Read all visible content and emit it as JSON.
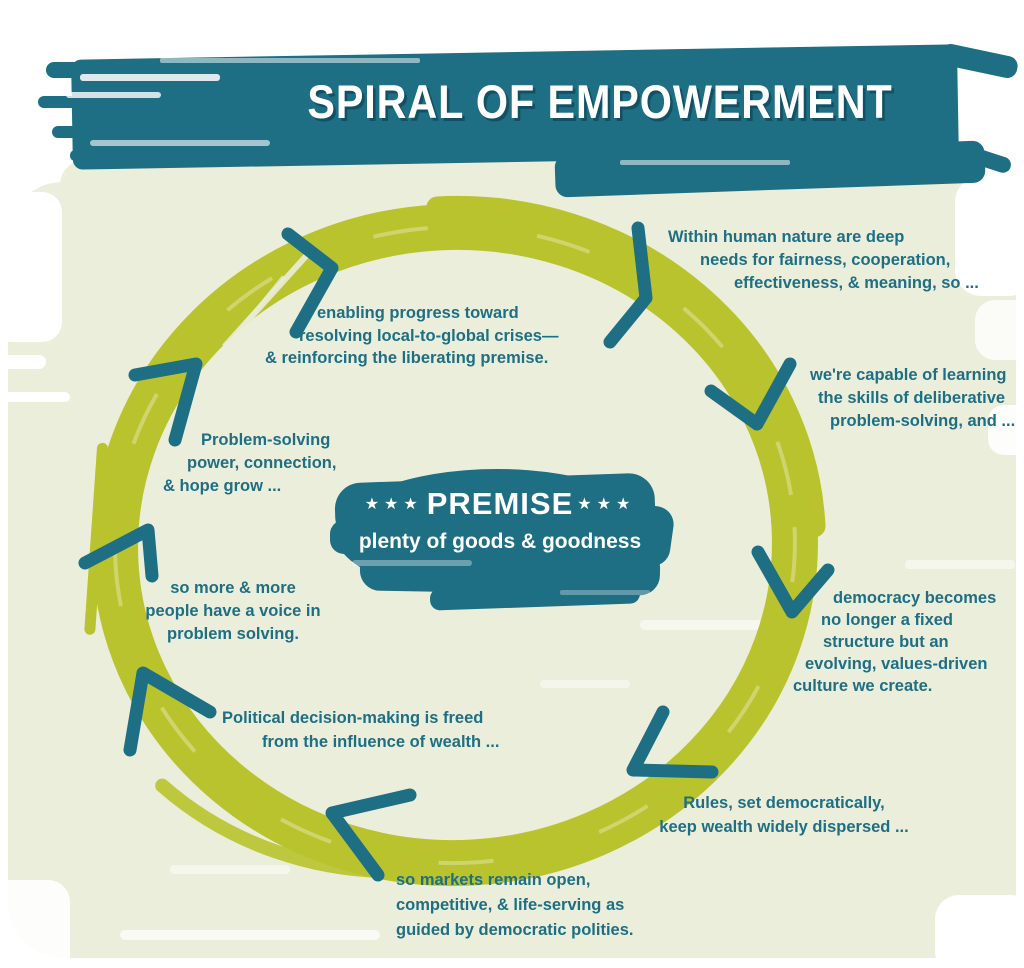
{
  "title": "SPIRAL OF EMPOWERMENT",
  "premise": {
    "stars": "★★★",
    "label": "PREMISE",
    "subtitle": "plenty of goods & goodness"
  },
  "steps": [
    {
      "id": "human-nature",
      "lines": [
        "Within human nature are deep",
        "needs for fairness, cooperation,",
        "effectiveness, & meaning, so ..."
      ]
    },
    {
      "id": "learning-skills",
      "lines": [
        "we're capable of learning",
        "the skills of deliberative",
        "problem-solving, and ..."
      ]
    },
    {
      "id": "democracy-evolving",
      "lines": [
        "democracy becomes",
        "no longer a fixed",
        "structure but an",
        "evolving, values-driven",
        "culture we create."
      ]
    },
    {
      "id": "rules-wealth",
      "lines": [
        "Rules, set democratically,",
        "keep wealth widely dispersed ..."
      ]
    },
    {
      "id": "markets-open",
      "lines": [
        "so markets remain open,",
        "competitive, & life-serving as",
        "guided by democratic polities."
      ]
    },
    {
      "id": "political-freed",
      "lines": [
        "Political decision-making is freed",
        "from the influence of wealth ..."
      ]
    },
    {
      "id": "voice",
      "lines": [
        "so more & more",
        "people have a voice in",
        "problem solving."
      ]
    },
    {
      "id": "hope-grows",
      "lines": [
        "Problem-solving",
        "power, connection,",
        "& hope grow ..."
      ]
    },
    {
      "id": "enabling-progress",
      "lines": [
        "enabling progress toward",
        "resolving local-to-global crises—",
        "& reinforcing the liberating premise."
      ]
    }
  ],
  "colors": {
    "teal": "#1e6e84",
    "chartreuse": "#b9c32e",
    "wash": "#ebeeda",
    "title_text": "#ffffff"
  }
}
